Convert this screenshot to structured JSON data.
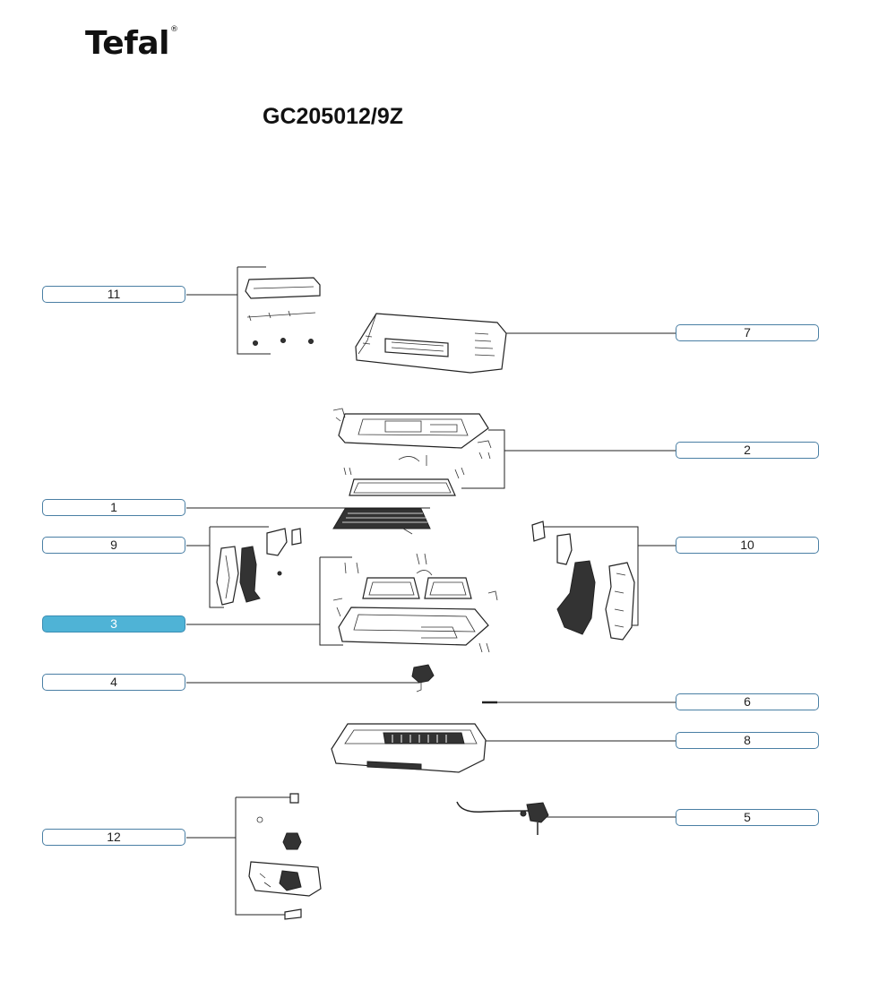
{
  "brand": {
    "name": "Tefal",
    "mark": "®"
  },
  "model": "GC205012/9Z",
  "callouts": [
    {
      "id": "11",
      "label": "11"
    },
    {
      "id": "7",
      "label": "7"
    },
    {
      "id": "2",
      "label": "2"
    },
    {
      "id": "1",
      "label": "1"
    },
    {
      "id": "9",
      "label": "9"
    },
    {
      "id": "10",
      "label": "10"
    },
    {
      "id": "3",
      "label": "3"
    },
    {
      "id": "4",
      "label": "4"
    },
    {
      "id": "6",
      "label": "6"
    },
    {
      "id": "8",
      "label": "8"
    },
    {
      "id": "5",
      "label": "5"
    },
    {
      "id": "12",
      "label": "12"
    }
  ],
  "selected_callout": "3",
  "colors": {
    "selected": "#4fb3d6",
    "outline": "#4a7fa4"
  }
}
